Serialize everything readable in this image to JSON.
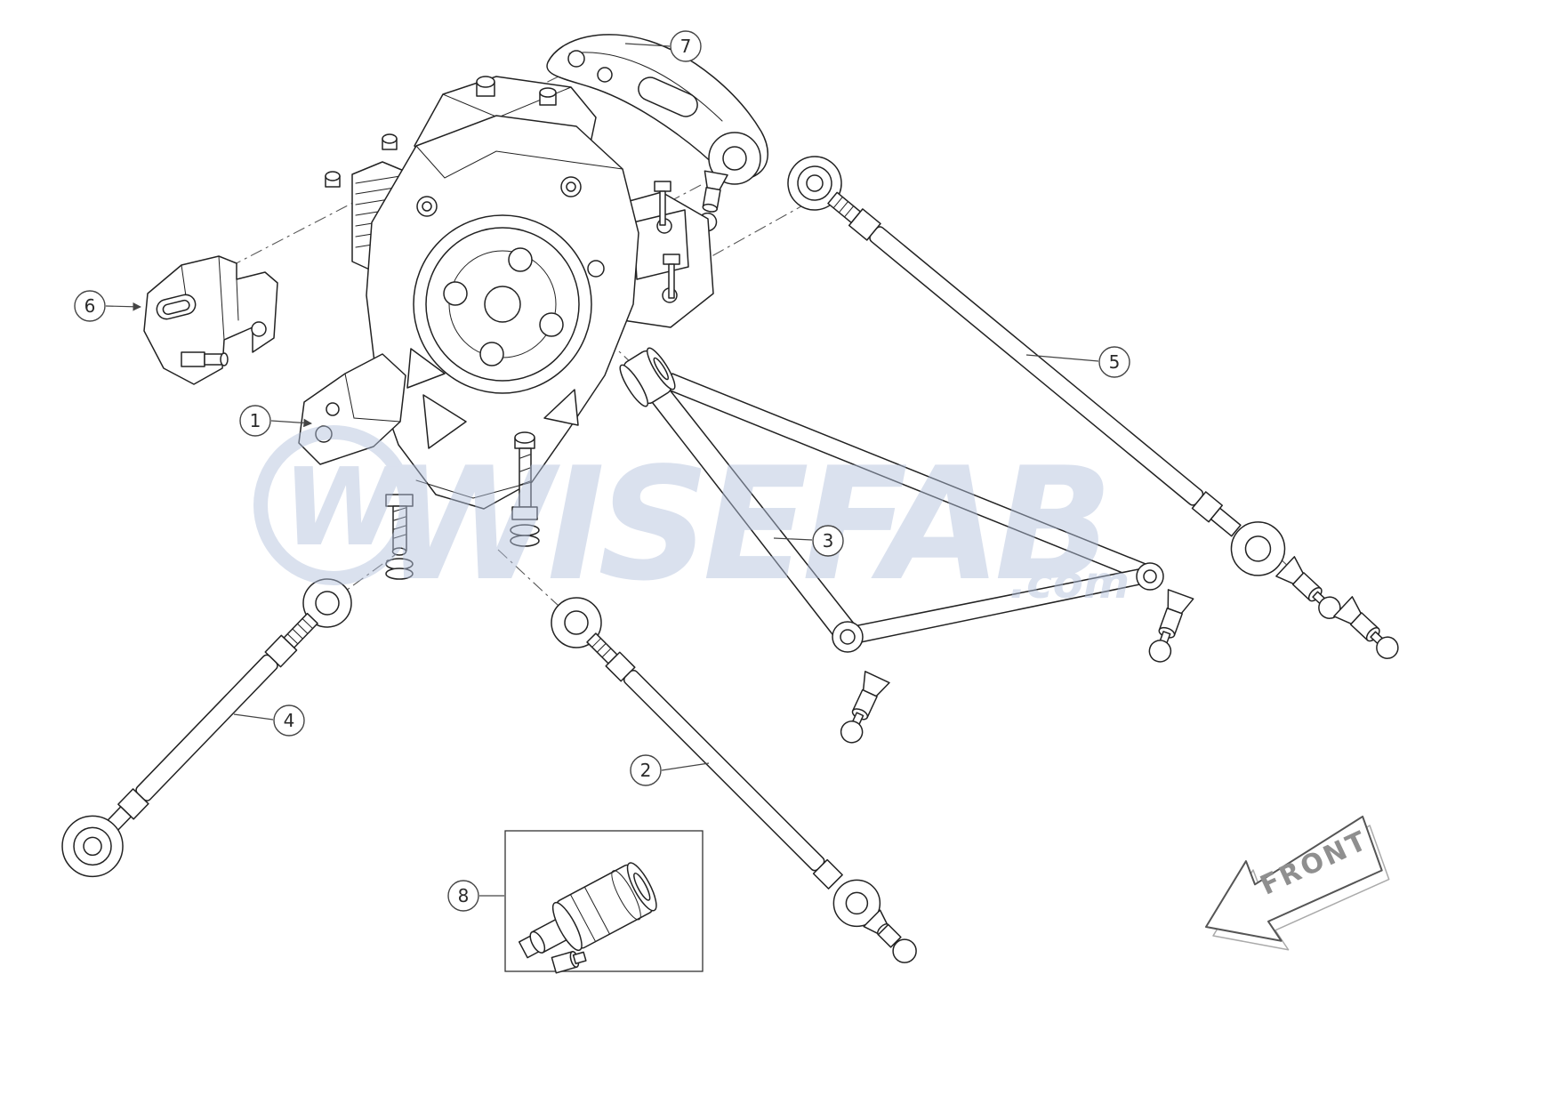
{
  "diagram": {
    "colors": {
      "background": "#ffffff",
      "line": "#222222",
      "watermark": "#b3c1dc"
    },
    "watermark": {
      "logo": "W",
      "text": "WISEFAB",
      "suffix": ".com"
    },
    "front_label": "FRONT",
    "callouts": [
      {
        "label": "1"
      },
      {
        "label": "2"
      },
      {
        "label": "3"
      },
      {
        "label": "4"
      },
      {
        "label": "5"
      },
      {
        "label": "6"
      },
      {
        "label": "7"
      },
      {
        "label": "8"
      }
    ]
  }
}
